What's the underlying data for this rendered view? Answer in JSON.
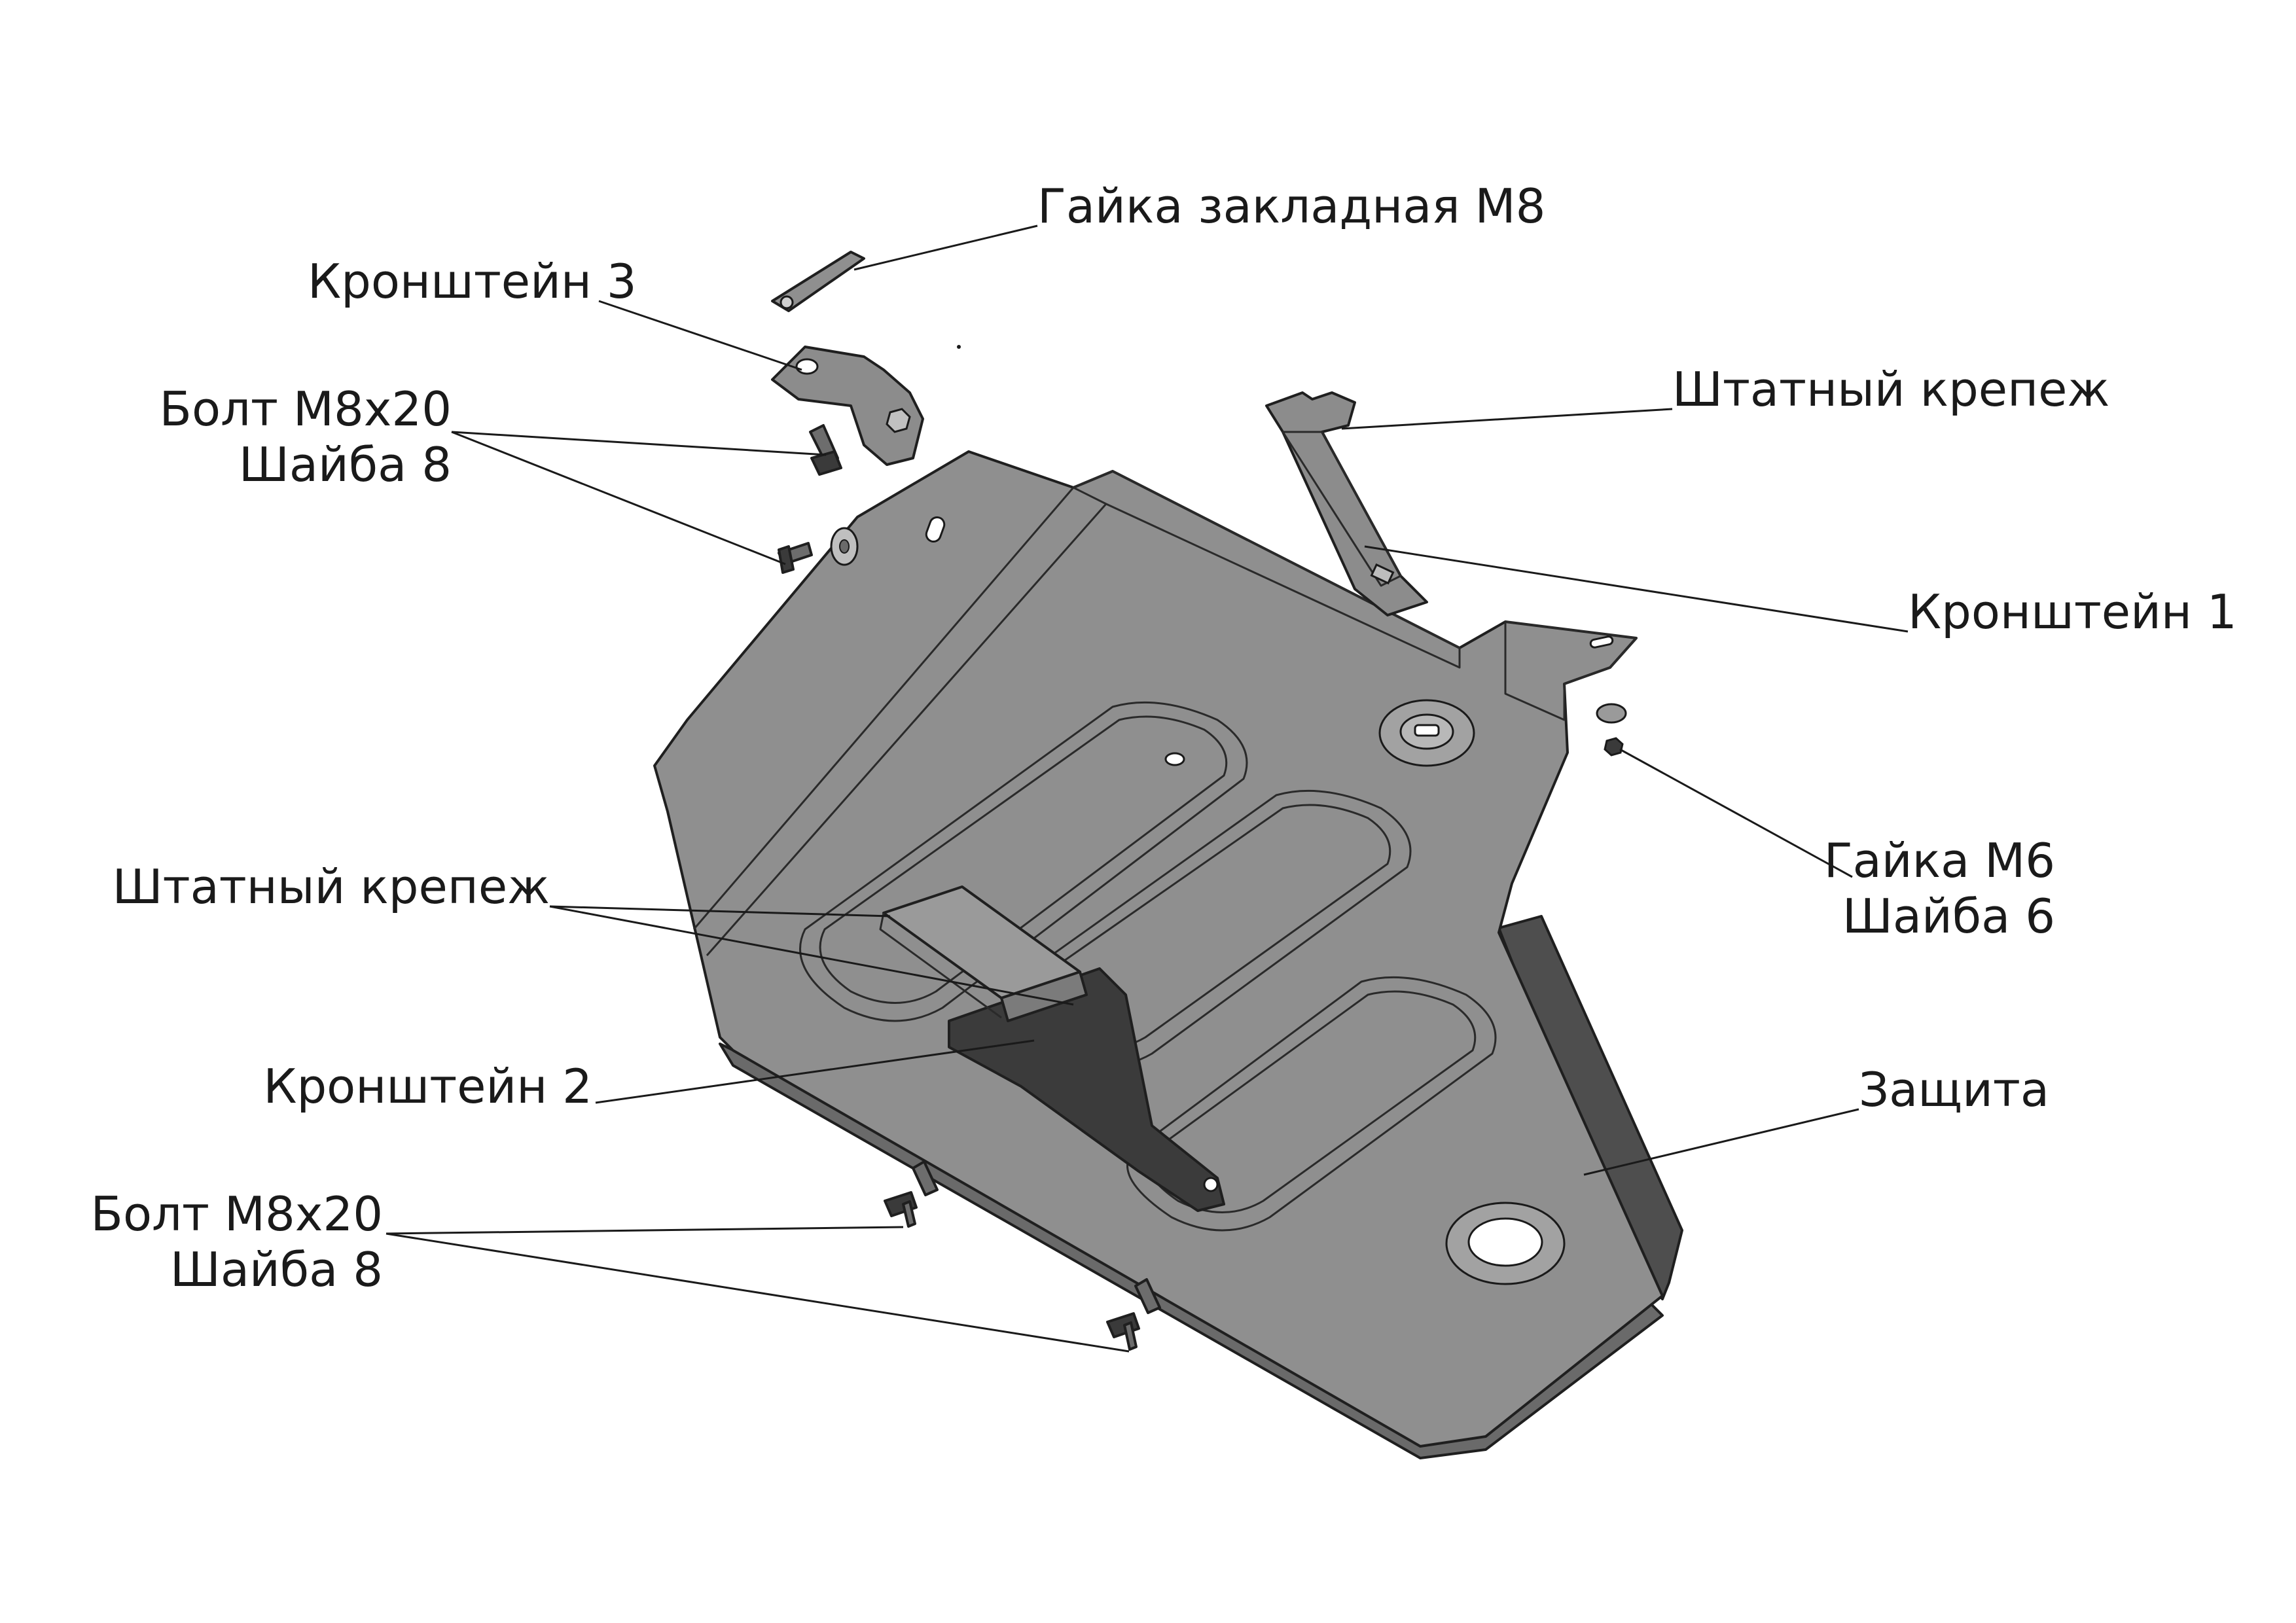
{
  "labels": {
    "embedded_nut": "Гайка закладная М8",
    "bracket3": "Кронштейн 3",
    "bolt_top_line1": "Болт М8х20",
    "bolt_top_line2": "Шайба 8",
    "std_fastener_top": "Штатный крепеж",
    "bracket1": "Кронштейн 1",
    "nut_m6_line1": "Гайка М6",
    "nut_m6_line2": "Шайба 6",
    "std_fastener_mid": "Штатный крепеж",
    "bracket2": "Кронштейн 2",
    "guard": "Защита",
    "bolt_bottom_line1": "Болт М8х20",
    "bolt_bottom_line2": "Шайба 8"
  },
  "colors": {
    "plate_fill": "#8e8e8e",
    "plate_dark": "#5c5c5c",
    "bracket_fill": "#3d3d3d",
    "line": "#1a1a1a"
  }
}
